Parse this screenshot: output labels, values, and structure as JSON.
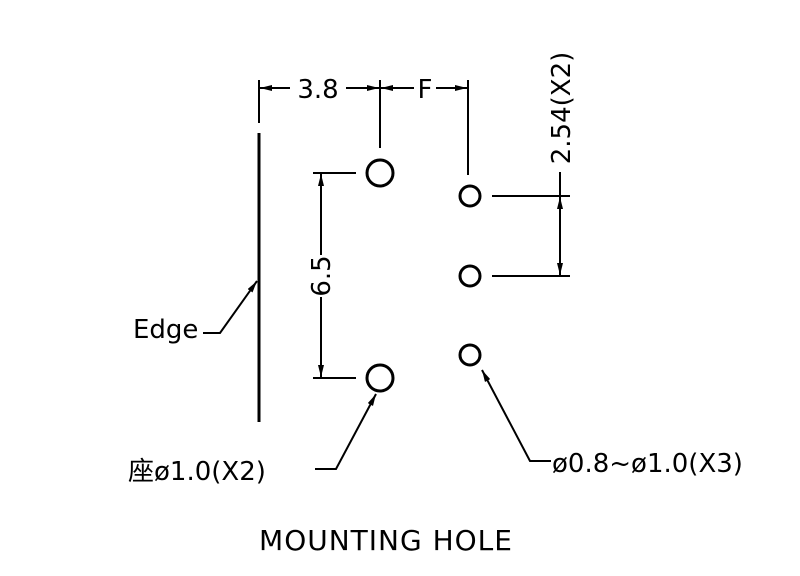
{
  "dimensions": {
    "edge_to_hole": "3.8",
    "hole_spacing_h": "F",
    "hole_spacing_v": "6.5",
    "pin_pitch": "2.54(X2)"
  },
  "labels": {
    "edge": "Edge",
    "mount_hole": "座ø1.0(X2)",
    "pin_hole": "ø0.8~ø1.0(X3)"
  },
  "title": "MOUNTING HOLE",
  "colors": {
    "ink": "#000000",
    "background": "#ffffff"
  }
}
